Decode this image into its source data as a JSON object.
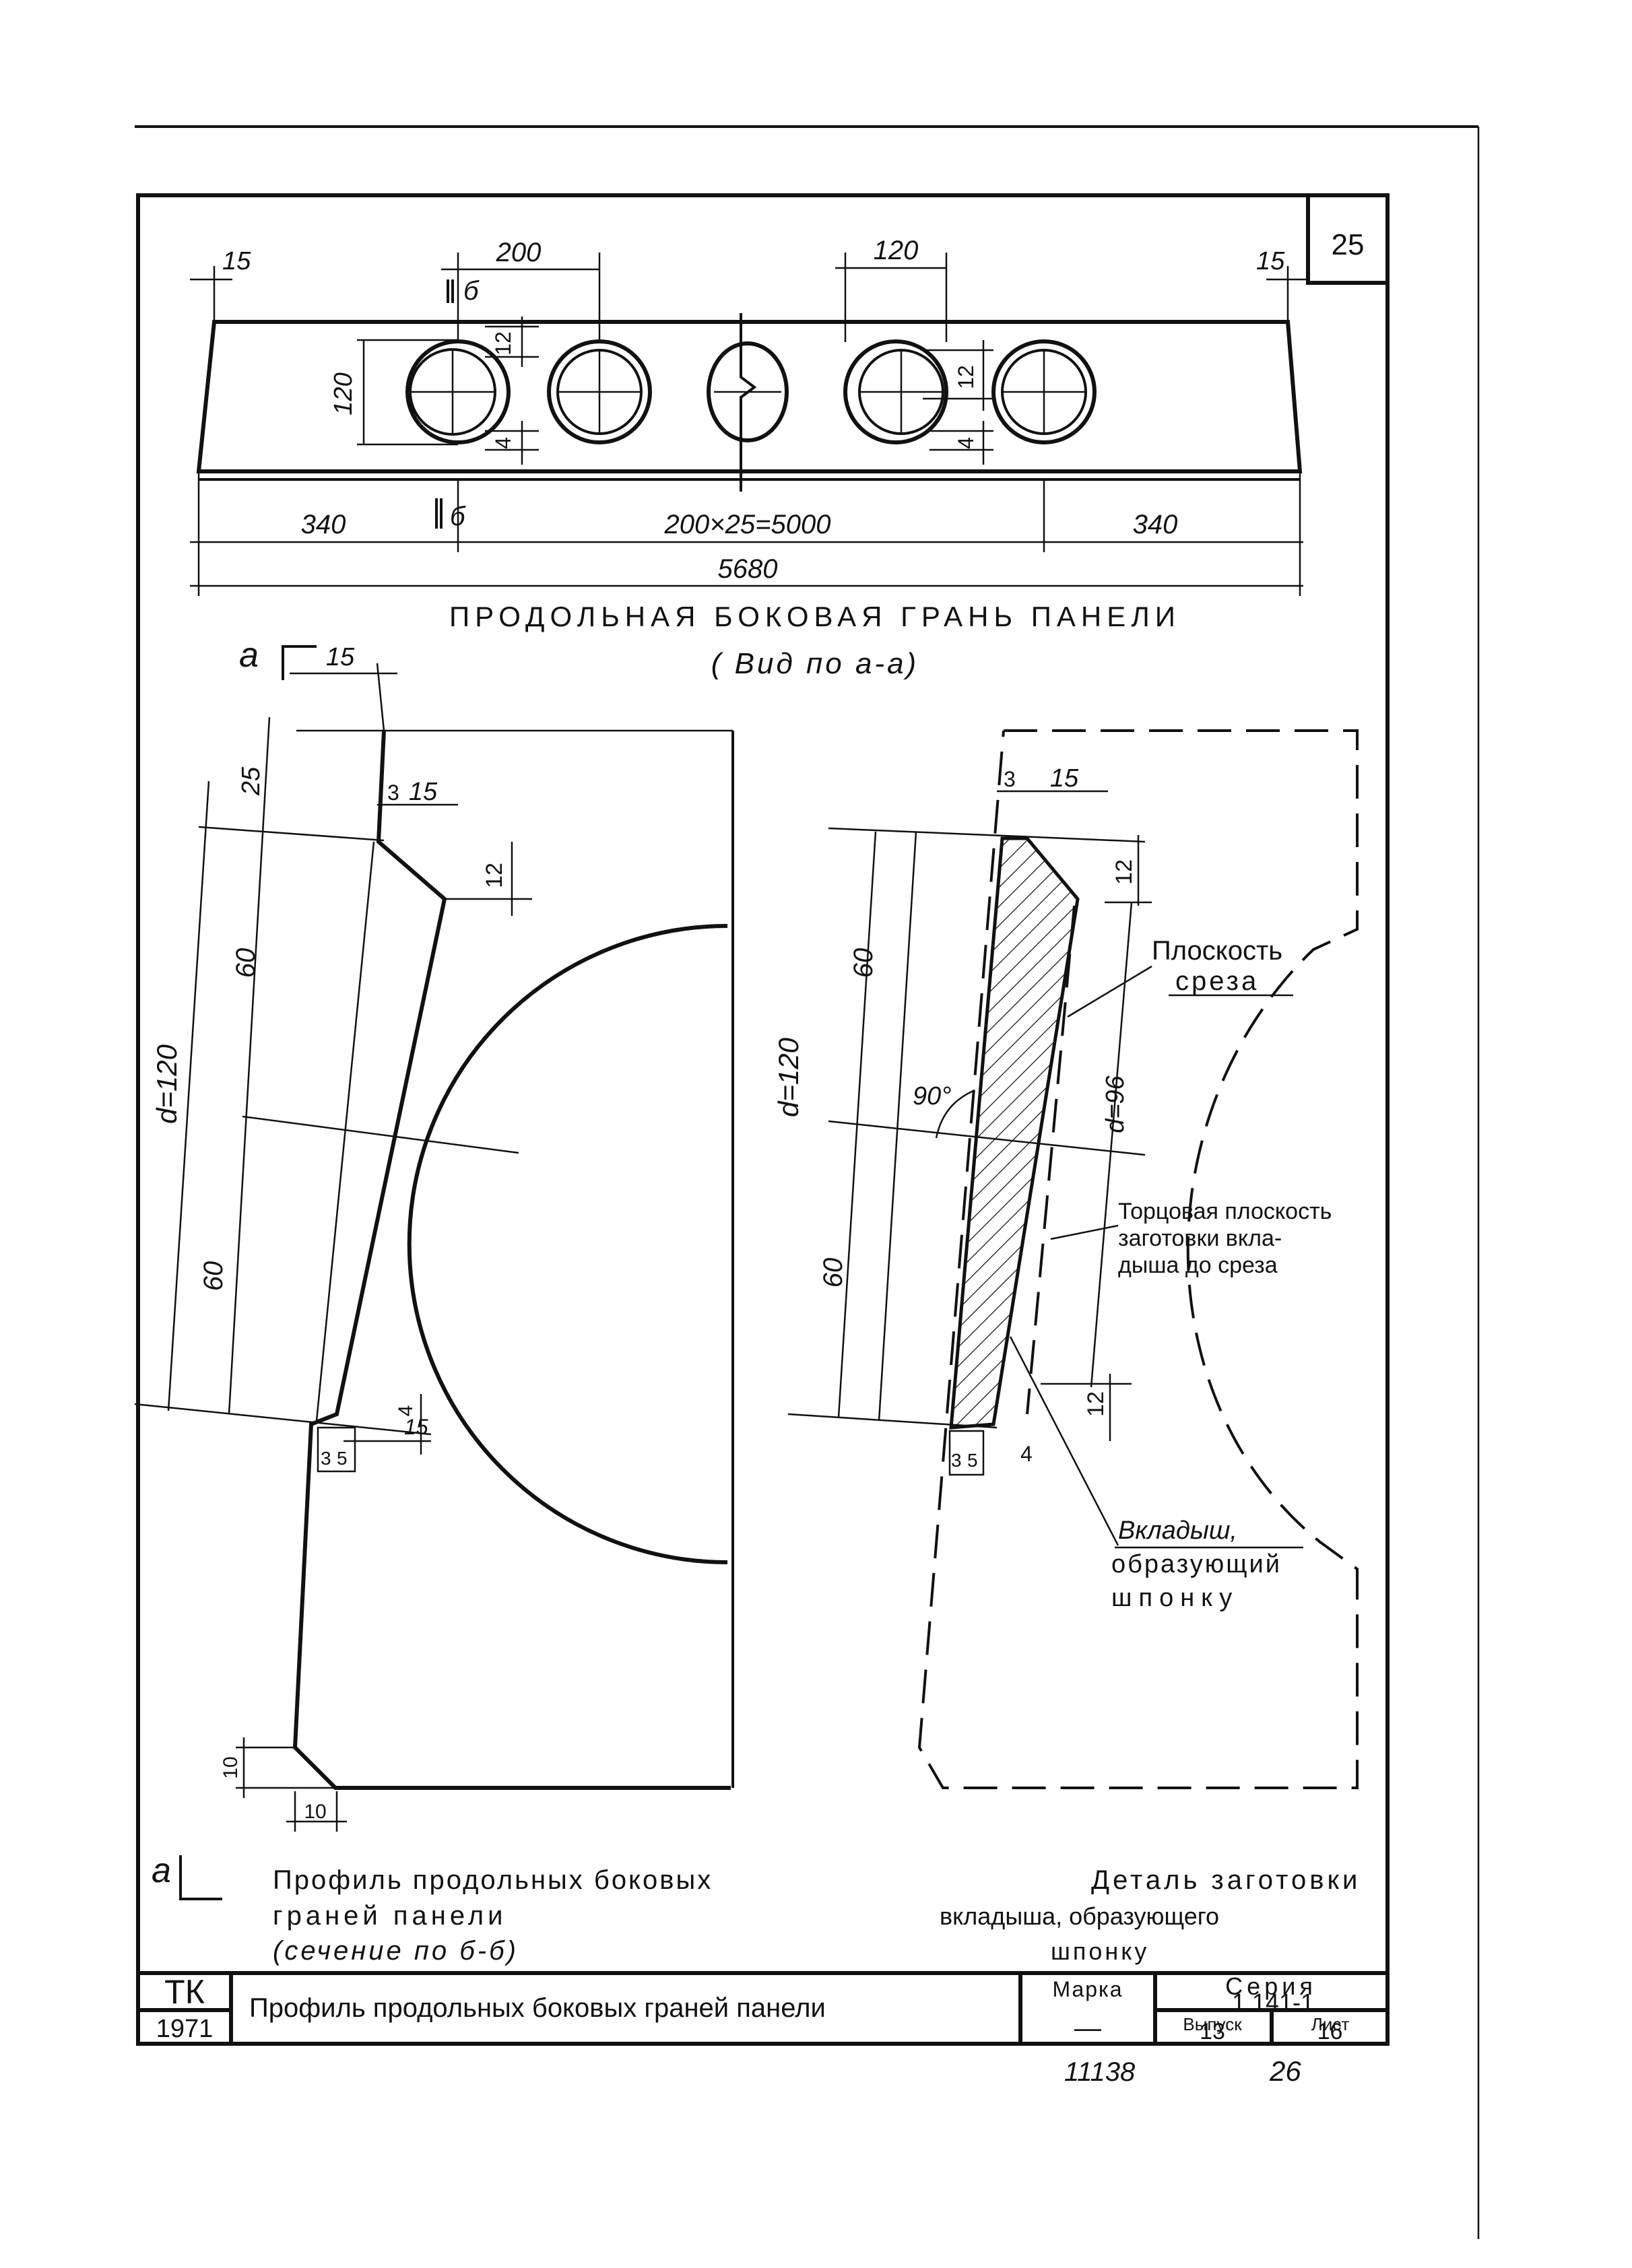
{
  "sheet_number": "25",
  "top_view": {
    "caption": "ПРОДОЛЬНАЯ  БОКОВАЯ  ГРАНЬ  ПАНЕЛИ",
    "subcaption": "( Вид  по  а-а)",
    "dims": {
      "edge_left": "15",
      "edge_right": "15",
      "pitch": "200",
      "hole_width": "120",
      "hole_height": "120",
      "offset_upper_left": "12",
      "offset_lower_left": "4",
      "offset_upper_right": "12",
      "offset_lower_right": "4",
      "end_left": "340",
      "middle": "200×25=5000",
      "end_right": "340",
      "total": "5680"
    },
    "section_mark": "б"
  },
  "profile_view": {
    "cut_mark": "а",
    "dims": {
      "top_width": "15",
      "top_height": "25",
      "chamfer_offset": "3",
      "chamfer_width": "15",
      "chamfer_height": "12",
      "upper_half": "60",
      "lower_half": "60",
      "diameter": "d=120",
      "bottom_offset_a": "3",
      "bottom_offset_b": "5",
      "bottom_width": "15",
      "bottom_height": "4",
      "base_chamfer_h": "10",
      "base_chamfer_w": "10"
    },
    "caption": [
      "Профиль продольных боковых",
      "граней  панели",
      "(сечение  по б-б)"
    ]
  },
  "detail_view": {
    "dims": {
      "top_offset": "3",
      "top_width": "15",
      "top_height": "12",
      "upper_half": "60",
      "lower_half": "60",
      "diameter": "d=120",
      "inner_diameter": "d=96",
      "angle": "90°",
      "bottom_height": "12",
      "bottom_offset_a": "3",
      "bottom_offset_b": "5",
      "bottom_small": "4"
    },
    "labels": {
      "cut_plane": [
        "Плоскость",
        "среза"
      ],
      "end_plane": [
        "Торцовая плоскость",
        "заготовки вкла-",
        "дыша до среза"
      ],
      "insert": [
        "Вкладыш,",
        "образующий",
        "шпонку"
      ]
    },
    "caption": [
      "Деталь заготовки",
      "вкладыша, образующего",
      "шпонку"
    ]
  },
  "title_block": {
    "logo": "ТК",
    "year": "1971",
    "title": "Профиль продольных боковых граней панели",
    "marka_label": "Марка",
    "marka_value": "—",
    "seria_label": "Серия",
    "seria_value": "1.141-1",
    "vypusk_label": "Выпуск",
    "vypusk_value": "13",
    "list_label": "Лист",
    "list_value": "16"
  },
  "footer": {
    "inventory_number": "11138",
    "page_number": "26"
  }
}
